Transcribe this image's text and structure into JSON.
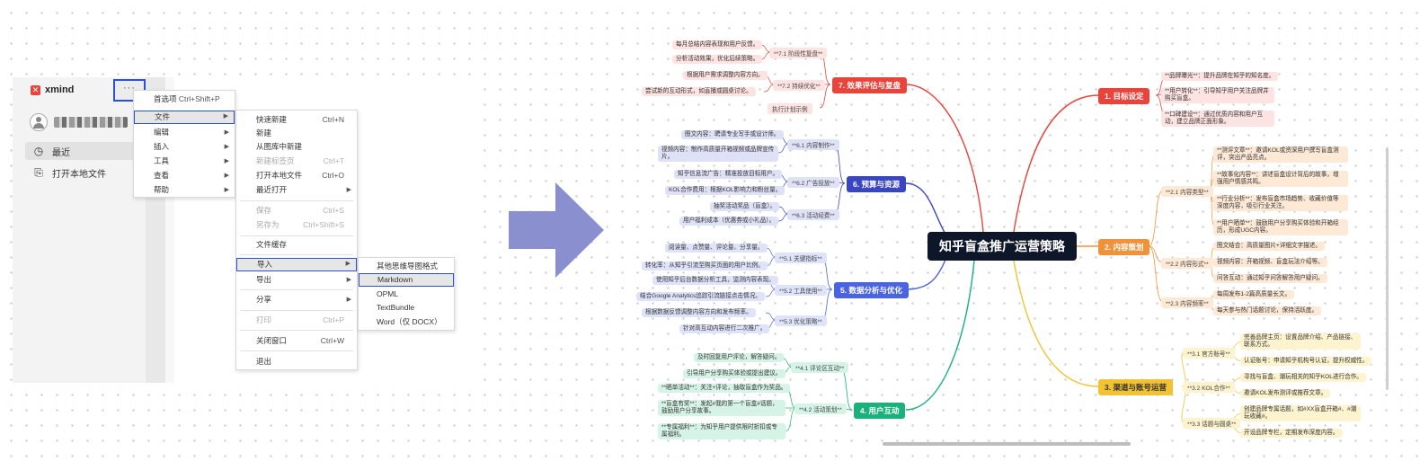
{
  "app": {
    "brand": "xmind",
    "more_button": "···",
    "sidebar": [
      {
        "label": "最近",
        "icon": "clock-icon"
      },
      {
        "label": "打开本地文件",
        "icon": "open-file-icon"
      }
    ]
  },
  "menu_main": [
    {
      "label": "首选项",
      "shortcut": "Ctrl+Shift+P"
    },
    {
      "label": "文件",
      "submenu": true,
      "highlighted": true
    },
    {
      "label": "编辑",
      "submenu": true
    },
    {
      "label": "插入",
      "submenu": true
    },
    {
      "label": "工具",
      "submenu": true
    },
    {
      "label": "查看",
      "submenu": true
    },
    {
      "label": "帮助",
      "submenu": true
    }
  ],
  "menu_file": [
    {
      "label": "快速新建",
      "shortcut": "Ctrl+N"
    },
    {
      "label": "新建"
    },
    {
      "label": "从图库中新建"
    },
    {
      "label": "新建标签页",
      "shortcut": "Ctrl+T",
      "disabled": true
    },
    {
      "label": "打开本地文件",
      "shortcut": "Ctrl+O"
    },
    {
      "label": "最近打开",
      "submenu": true
    },
    {
      "label": "保存",
      "shortcut": "Ctrl+S",
      "disabled": true
    },
    {
      "label": "另存为",
      "shortcut": "Ctrl+Shift+S",
      "disabled": true
    },
    {
      "label": "文件缓存"
    },
    {
      "label": "导入",
      "submenu": true,
      "highlighted": true
    },
    {
      "label": "导出",
      "submenu": true
    },
    {
      "label": "分享",
      "submenu": true
    },
    {
      "label": "打印",
      "shortcut": "Ctrl+P",
      "disabled": true
    },
    {
      "label": "关闭窗口",
      "shortcut": "Ctrl+W"
    },
    {
      "label": "退出"
    }
  ],
  "menu_import": [
    {
      "label": "其他思维导图格式"
    },
    {
      "label": "Markdown",
      "highlighted": true
    },
    {
      "label": "OPML"
    },
    {
      "label": "TextBundle"
    },
    {
      "label": "Word（仅 DOCX）"
    }
  ],
  "mindmap": {
    "center": "知乎盲盒推广运营策略",
    "colors": {
      "b1": "#e8443b",
      "b2": "#f0923a",
      "b3": "#f1c232",
      "b4": "#18b27a",
      "b5": "#4a63e0",
      "b6": "#3a45c0",
      "b7": "#e8443b"
    },
    "branches": {
      "b1": {
        "label": "1. 目标设定",
        "items": [
          "**品牌曝光**：提升品牌在知乎的知名度。",
          "**用户转化**：引导知乎用户关注品牌并购买盲盒。",
          "**口碑建设**：通过优质内容和用户互动，建立品牌正面形象。"
        ]
      },
      "b2": {
        "label": "2. 内容策划",
        "subs": [
          {
            "label": "**2.1 内容类型**",
            "items": [
              "**测评文章**：邀请KOL或资深用户撰写盲盒测评，突出产品亮点。",
              "**故事化内容**：讲述盲盒设计背后的故事，增强用户情感共鸣。",
              "**行业分析**：发布盲盒市场趋势、收藏价值等深度内容，吸引行业关注。",
              "**用户晒单**：鼓励用户分享购买体验和开箱经历，形成UGC内容。"
            ]
          },
          {
            "label": "**2.2 内容形式**",
            "items": [
              "图文结合：高质量图片+详细文字描述。",
              "视频内容：开箱视频、盲盒玩法介绍等。",
              "问答互动：通过知乎问答解答用户疑问。"
            ]
          },
          {
            "label": "**2.3 内容频率**",
            "items": [
              "每周发布1-2篇高质量长文。",
              "每天参与热门话题讨论，保持活跃度。"
            ]
          }
        ]
      },
      "b3": {
        "label": "3. 渠道与账号运营",
        "subs": [
          {
            "label": "**3.1 官方账号**",
            "items": [
              "完善品牌主页：设置品牌介绍、产品链接、联系方式。",
              "认证账号：申请知乎机构号认证，提升权威性。"
            ]
          },
          {
            "label": "**3.2 KOL合作**",
            "items": [
              "寻找与盲盒、潮玩相关的知乎KOL进行合作。",
              "邀请KOL发布测评或推荐文章。"
            ]
          },
          {
            "label": "**3.3 话题与圆桌**",
            "items": [
              "创建品牌专属话题，如#XX盲盒开箱#、#潮玩收藏#。",
              "开设品牌专栏，定期发布深度内容。"
            ]
          }
        ]
      },
      "b4": {
        "label": "4. 用户互动",
        "subs": [
          {
            "label": "**4.1 评论区互动**",
            "items": [
              "及时回复用户评论，解答疑问。",
              "引导用户分享购买体验或提出建议。"
            ]
          },
          {
            "label": "**4.2 活动策划**",
            "items": [
              "**晒单活动**：关注+评论，抽取盲盒作为奖品。",
              "**盲盒有奖**：发起#我的第一个盲盒#话题，鼓励用户分享故事。",
              "**专属福利**：为知乎用户提供限时折扣或专属福利。"
            ]
          }
        ]
      },
      "b5": {
        "label": "5. 数据分析与优化",
        "subs": [
          {
            "label": "**5.1 关键指标**",
            "items": [
              "阅读量、点赞量、评论量、分享量。",
              "转化率：从知乎引流至购买页面的用户比例。"
            ]
          },
          {
            "label": "**5.2 工具使用**",
            "items": [
              "使用知乎后台数据分析工具，监测内容表现。",
              "结合Google Analytics追踪引流链接点击情况。"
            ]
          },
          {
            "label": "**5.3 优化策略**",
            "items": [
              "根据数据反馈调整内容方向和发布频率。",
              "针对高互动内容进行二次推广。"
            ]
          }
        ]
      },
      "b6": {
        "label": "6. 预算与资源",
        "subs": [
          {
            "label": "**6.1 内容制作**",
            "items": [
              "图文内容：聘请专业写手或设计师。",
              "视频内容：制作高质量开箱视频或品牌宣传片。"
            ]
          },
          {
            "label": "**6.2 广告投放**",
            "items": [
              "知乎信息流广告：精准投放目标用户。",
              "KOL合作费用：根据KOL影响力和粉丝量。"
            ]
          },
          {
            "label": "**6.3 活动经费**",
            "items": [
              "抽奖活动奖品（盲盒）。",
              "用户福利成本（优惠券或小礼品）。"
            ]
          }
        ]
      },
      "b7": {
        "label": "7. 效果评估与复盘",
        "subs": [
          {
            "label": "**7.1 阶段性复盘**",
            "items": [
              "每月总结内容表现和用户反馈。",
              "分析活动效果，优化后续策略。"
            ]
          },
          {
            "label": "**7.2 持续优化**",
            "items": [
              "根据用户需求调整内容方向。",
              "尝试新的互动形式，如直播或圆桌讨论。"
            ]
          },
          {
            "label": "执行计划示例"
          }
        ]
      }
    }
  }
}
